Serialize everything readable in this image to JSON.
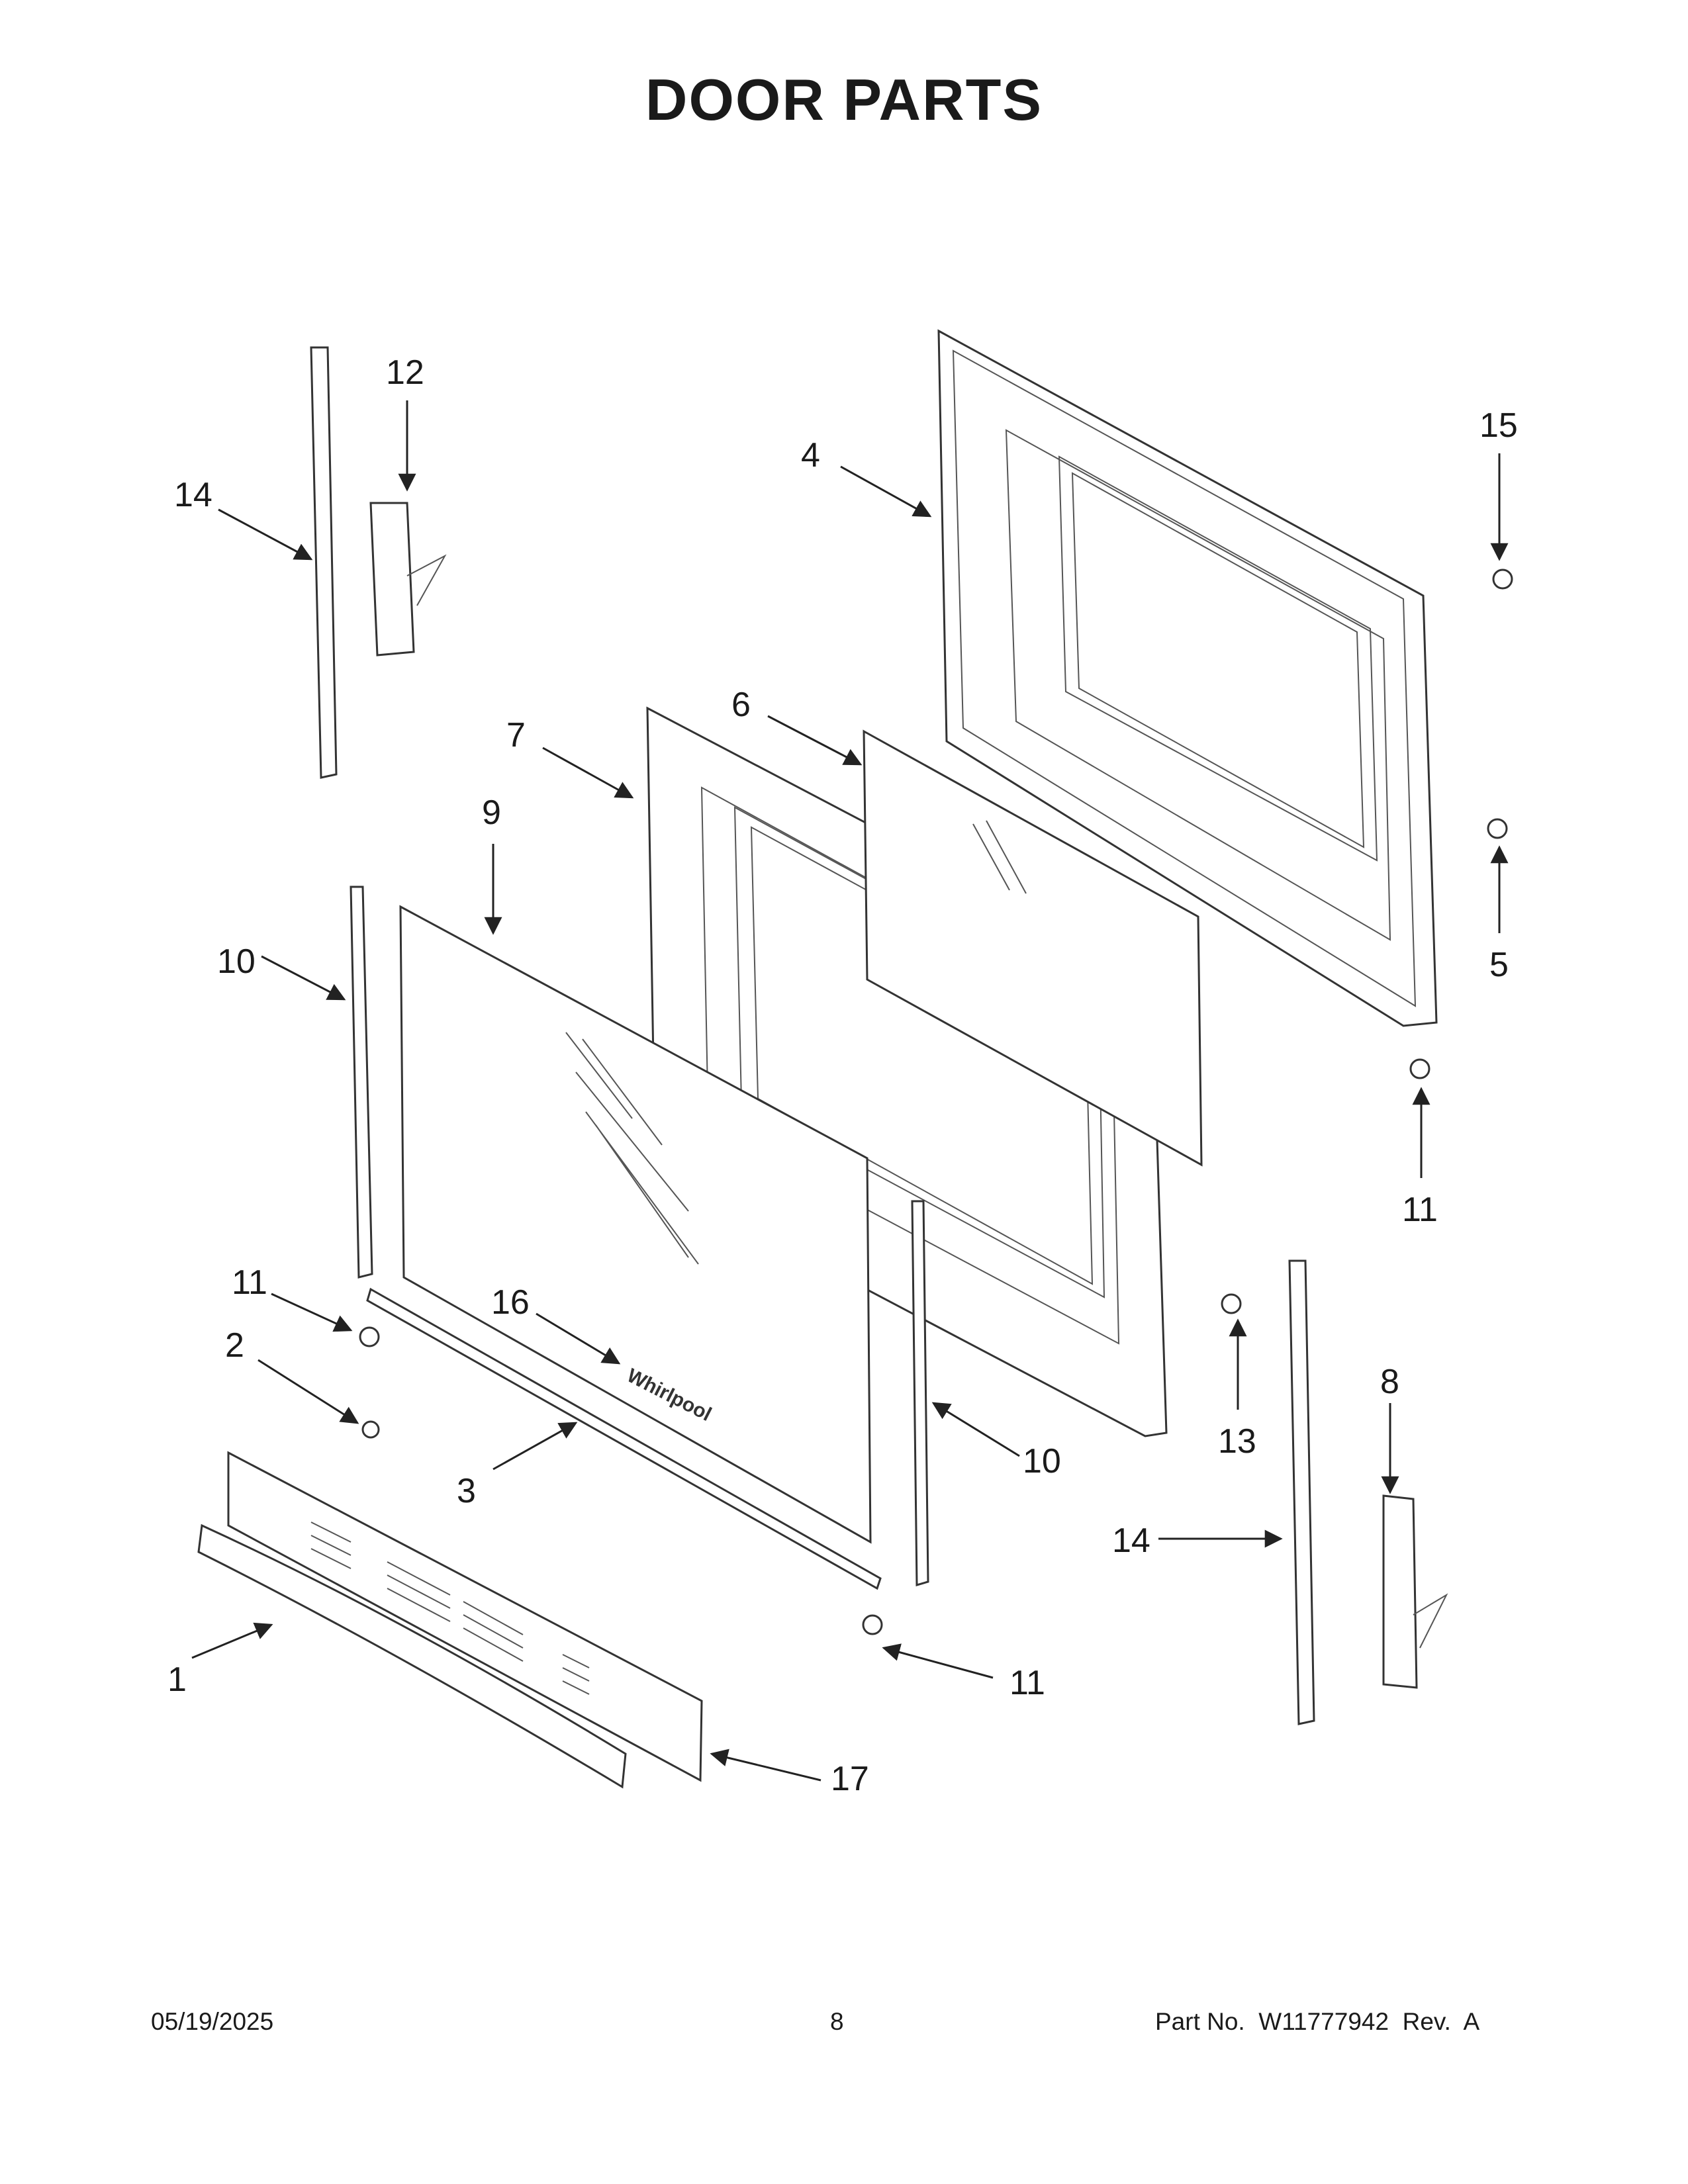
{
  "title": "DOOR PARTS",
  "brand_mark": "Whirlpool",
  "footer": {
    "date": "05/19/2025",
    "page": "8",
    "part_no": "Part No.  W11777942  Rev.  A"
  },
  "callouts": [
    "1",
    "2",
    "3",
    "4",
    "5",
    "6",
    "7",
    "8",
    "9",
    "10",
    "10",
    "11",
    "11",
    "11",
    "12",
    "13",
    "14",
    "14",
    "15",
    "16",
    "17"
  ]
}
